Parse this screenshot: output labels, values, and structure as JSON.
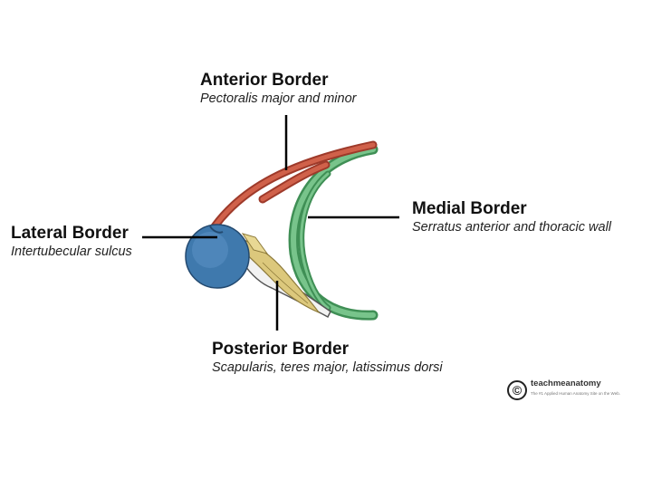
{
  "labels": {
    "anterior": {
      "title": "Anterior Border",
      "subtitle": "Pectoralis major and minor"
    },
    "lateral": {
      "title": "Lateral Border",
      "subtitle": "Intertubecular sulcus"
    },
    "medial": {
      "title": "Medial Border",
      "subtitle": "Serratus anterior and thoracic wall"
    },
    "posterior": {
      "title": "Posterior Border",
      "subtitle": "Scapularis, teres major, latissimus dorsi"
    }
  },
  "logo": {
    "symbol": "©",
    "name": "teachmeanatomy",
    "tagline": "The #1 Applied Human Anatomy Site on the Web."
  },
  "colors": {
    "pectoral_muscle": "#c4523c",
    "serratus_muscle": "#4fa866",
    "humerus": "#3f79ad",
    "posterior_muscles": "#d8c678",
    "scapula": "#e8e8e8",
    "leader_lines": "#000000"
  }
}
